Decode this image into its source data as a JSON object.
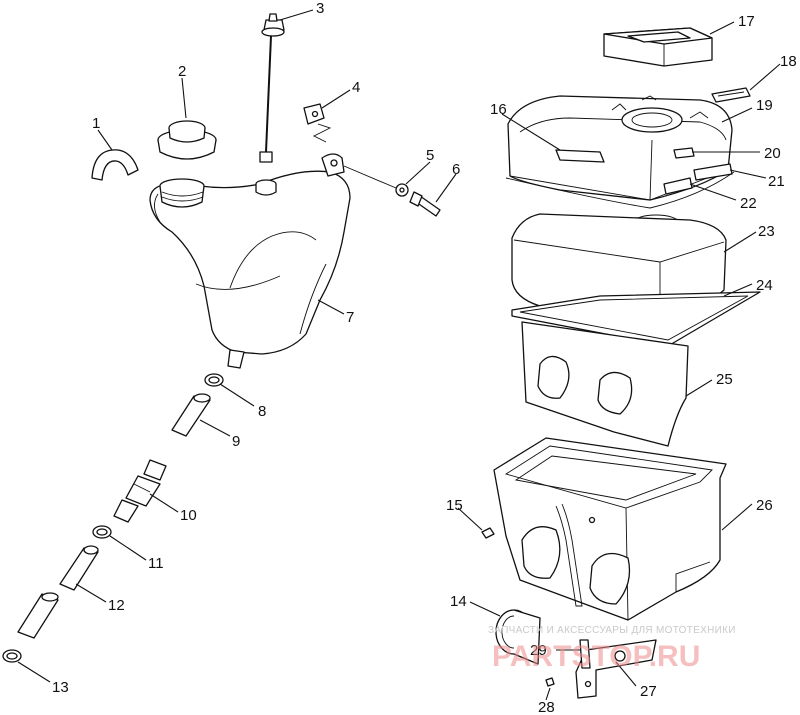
{
  "callouts": {
    "c1": "1",
    "c2": "2",
    "c3": "3",
    "c4": "4",
    "c5": "5",
    "c6": "6",
    "c7": "7",
    "c8": "8",
    "c9": "9",
    "c10": "10",
    "c11": "11",
    "c12": "12",
    "c13": "13",
    "c14": "14",
    "c15": "15",
    "c16": "16",
    "c17": "17",
    "c18": "18",
    "c19": "19",
    "c20": "20",
    "c21": "21",
    "c22": "22",
    "c23": "23",
    "c24": "24",
    "c25": "25",
    "c26": "26",
    "c27": "27",
    "c28": "28",
    "c29": "29"
  },
  "watermark": {
    "tagline": "ЗАПЧАСТИ И АКСЕССУАРЫ ДЛЯ МОТОТЕХНИКИ",
    "brand": "PARTSTOP.RU"
  },
  "colors": {
    "line": "#111111",
    "watermark": "#e8b7b7",
    "background": "#ffffff"
  }
}
